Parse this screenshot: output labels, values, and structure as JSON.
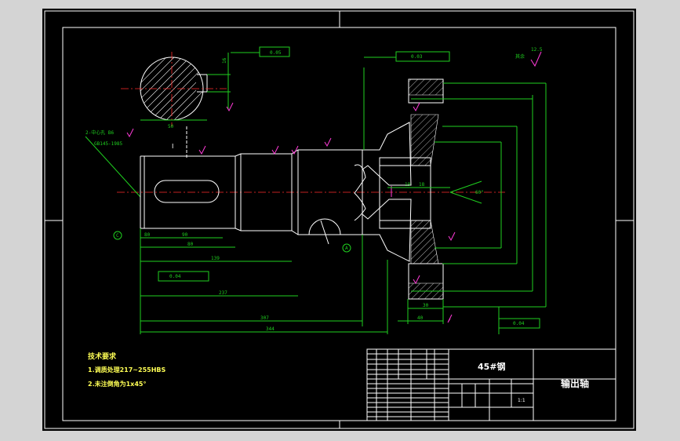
{
  "colors": {
    "background": "#000000",
    "outline": "#ffffff",
    "dimension": "#1fd01f",
    "centerline": "#ff2a2a",
    "notes": "#ffff55",
    "roughness": "#ff3bd8"
  },
  "tech_requirements": {
    "heading": "技术要求",
    "line1": "1.调质处理217~255HBS",
    "line2": "2.未注倒角为1x45°"
  },
  "title_block": {
    "material": "45#钢",
    "part_name": "输出轴",
    "scale": "1:1"
  },
  "annotations": {
    "center_hole_line1": "2-中心孔 B6",
    "center_hole_line2": "GB145-1985",
    "roughness_other": "其余",
    "roughness_value": "12.5",
    "datum_a": "A",
    "datum_c": "C"
  },
  "dimensions": {
    "key_width": "16",
    "section_dim": "50",
    "len_80": "80",
    "len_90": "90",
    "len_139": "139",
    "len_237": "237",
    "len_307": "307",
    "len_344": "344",
    "len_40": "40",
    "len_30": "30",
    "len_19": "19",
    "len_18": "18",
    "angle": "60°",
    "tol_flatness": "0.04",
    "tol_runout": "0.05",
    "tol_circular": "0.03"
  }
}
